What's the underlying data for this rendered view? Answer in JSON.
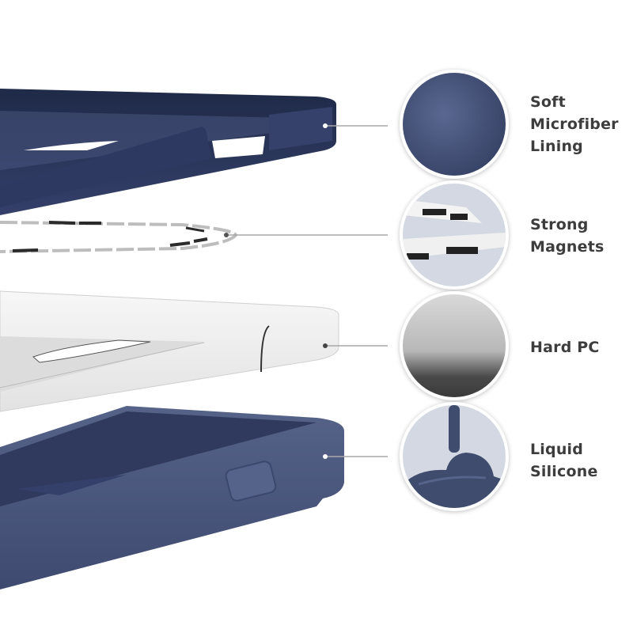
{
  "features": [
    {
      "id": "microfiber",
      "lines": [
        "Soft",
        "Microfiber",
        "Lining"
      ],
      "swatch": "#3d4a6b"
    },
    {
      "id": "magnets",
      "lines": [
        "Strong",
        "Magnets"
      ],
      "swatch": "#d4d9e3"
    },
    {
      "id": "hard-pc",
      "lines": [
        "Hard PC"
      ],
      "swatch": "#8a8a8a"
    },
    {
      "id": "silicone",
      "lines": [
        "Liquid",
        "Silicone"
      ],
      "swatch": "#3f4c6e"
    }
  ],
  "colors": {
    "case_navy": "#2b3656",
    "case_navy_light": "#4a5679",
    "silicone_blue": "#4b587d",
    "text": "#3d3d3d",
    "leader_line": "#a8a8a8",
    "circle_bg_light": "#d3d8e2"
  }
}
